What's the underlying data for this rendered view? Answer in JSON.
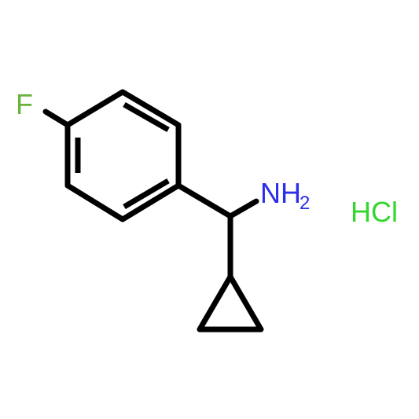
{
  "molecule": {
    "atoms": {
      "fluorine": {
        "symbol": "F",
        "color": "#6cb33a"
      },
      "amine": {
        "symbol": "NH",
        "subscript": "2",
        "color": "#2b2ee8"
      },
      "salt": {
        "symbol": "HCl",
        "color": "#32d62e"
      }
    },
    "bond_color": "#000000"
  }
}
